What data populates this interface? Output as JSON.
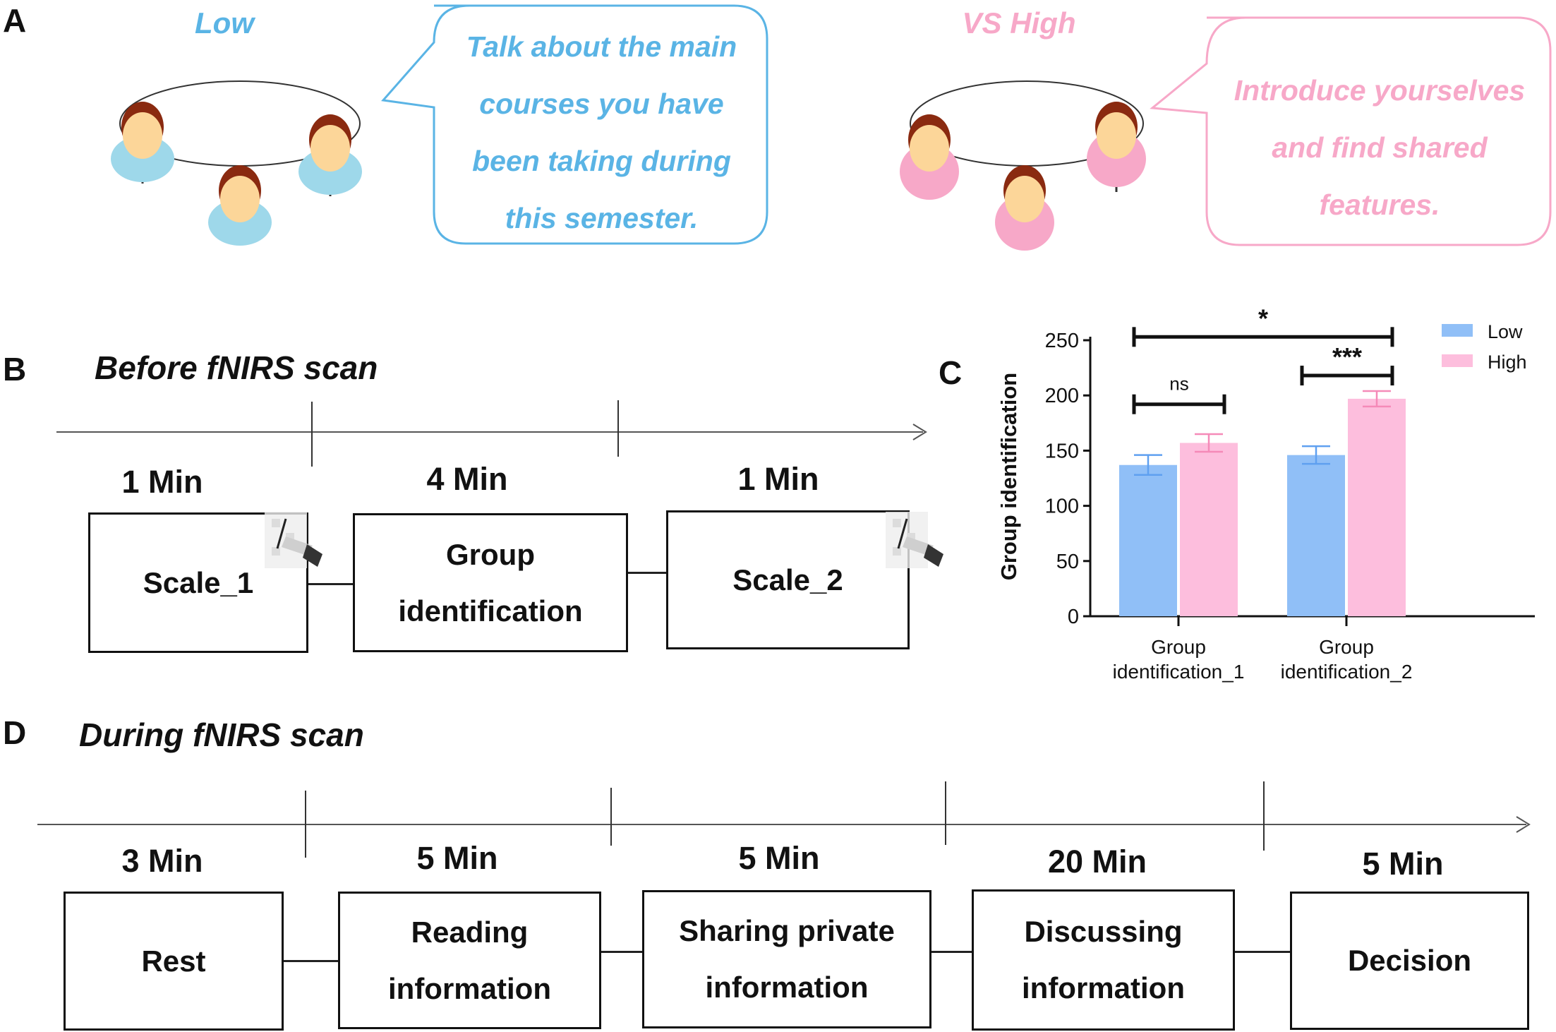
{
  "panel_a": {
    "letter": "A",
    "low": {
      "label": "Low",
      "prompt_lines": [
        "Talk about the main",
        "courses you have",
        "been taking during",
        "this semester."
      ],
      "color": "#5ab4e5",
      "shirt_color": "#9ed8ea"
    },
    "high": {
      "label": "VS High",
      "prompt_lines": [
        "Introduce yourselves",
        "and find shared",
        "features."
      ],
      "color": "#f7a8c8",
      "shirt_color": "#f7a8c8"
    },
    "icons": {
      "person": "person-icon",
      "connection": "group-ring"
    }
  },
  "panel_b": {
    "letter": "B",
    "title": "Before fNIRS scan",
    "steps": [
      {
        "duration": "1 Min",
        "label_lines": [
          "Scale_1"
        ],
        "icon": "questionnaire-pencil-icon"
      },
      {
        "duration": "4 Min",
        "label_lines": [
          "Group",
          "identification"
        ]
      },
      {
        "duration": "1 Min",
        "label_lines": [
          "Scale_2"
        ],
        "icon": "questionnaire-pencil-icon"
      }
    ]
  },
  "panel_c": {
    "letter": "C"
  },
  "chart_data": {
    "type": "bar",
    "title": "",
    "xlabel": "",
    "ylabel": "Group identification",
    "ylim": [
      0,
      250
    ],
    "yticks": [
      0,
      50,
      100,
      150,
      200,
      250
    ],
    "categories": [
      "Group identification_1",
      "Group identification_2"
    ],
    "category_lines": [
      [
        "Group",
        "identification_1"
      ],
      [
        "Group",
        "identification_2"
      ]
    ],
    "series": [
      {
        "name": "Low",
        "color": "#90bff7",
        "values": [
          137,
          146
        ],
        "error": [
          9,
          8
        ]
      },
      {
        "name": "High",
        "color": "#fdbedd",
        "values": [
          157,
          197
        ],
        "error": [
          8,
          7
        ]
      }
    ],
    "legend": {
      "position": "top-right",
      "entries": [
        "Low",
        "High"
      ]
    },
    "grid": false,
    "annotations": [
      {
        "text": "ns",
        "from": "Low|Group identification_1",
        "to": "High|Group identification_1",
        "y": 192
      },
      {
        "text": "***",
        "from": "Low|Group identification_2",
        "to": "High|Group identification_2",
        "y": 218
      },
      {
        "text": "*",
        "from": "Low|Group identification_1",
        "to": "High|Group identification_2",
        "y": 253
      }
    ]
  },
  "panel_d": {
    "letter": "D",
    "title": "During fNIRS scan",
    "steps": [
      {
        "duration": "3 Min",
        "label_lines": [
          "Rest"
        ]
      },
      {
        "duration": "5 Min",
        "label_lines": [
          "Reading",
          "information"
        ]
      },
      {
        "duration": "5 Min",
        "label_lines": [
          "Sharing private",
          "information"
        ]
      },
      {
        "duration": "20 Min",
        "label_lines": [
          "Discussing",
          "information"
        ]
      },
      {
        "duration": "5 Min",
        "label_lines": [
          "Decision"
        ]
      }
    ]
  }
}
